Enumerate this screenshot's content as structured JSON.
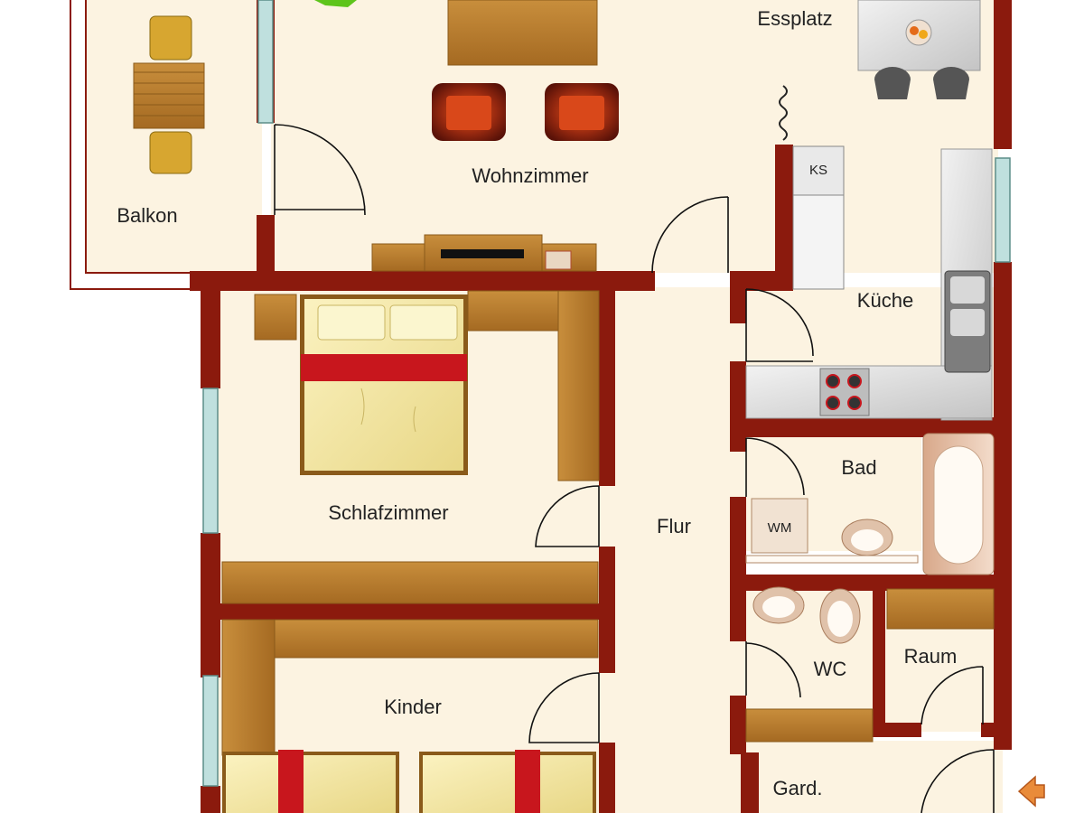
{
  "rooms": {
    "essplatz": "Essplatz",
    "wohnzimmer": "Wohnzimmer",
    "balkon": "Balkon",
    "kueche": "Küche",
    "schlafzimmer": "Schlafzimmer",
    "flur": "Flur",
    "bad": "Bad",
    "wc": "WC",
    "raum": "Raum",
    "kinder": "Kinder",
    "garderobe": "Gard."
  },
  "appliances": {
    "fridge": "KS",
    "washer": "WM"
  },
  "nav": {
    "back_icon": "arrow-left-icon"
  },
  "colors": {
    "wall": "#8b1a0d",
    "floor": "#fcf3e1",
    "wood": "#b57a2e",
    "bed": "#f3e7a3",
    "accent_red": "#c8161d"
  }
}
